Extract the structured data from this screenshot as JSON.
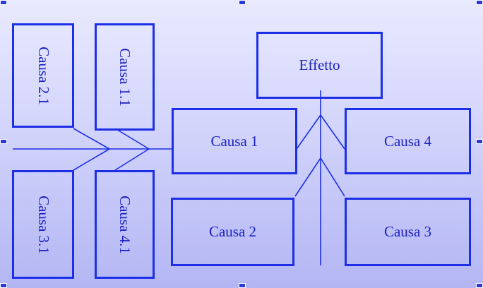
{
  "diagram": {
    "type": "fishbone",
    "effect": "Effetto",
    "causes": {
      "c1": "Causa 1",
      "c2": "Causa 2",
      "c3": "Causa 3",
      "c4": "Causa 4",
      "c11": "Causa 1.1",
      "c21": "Causa 2.1",
      "c31": "Causa 3.1",
      "c41": "Causa 4.1"
    }
  },
  "colors": {
    "line": "#1d2fe6",
    "text": "#1a1fbf",
    "background_top": "#e9eaff",
    "background_bottom": "#b3b6f3"
  }
}
